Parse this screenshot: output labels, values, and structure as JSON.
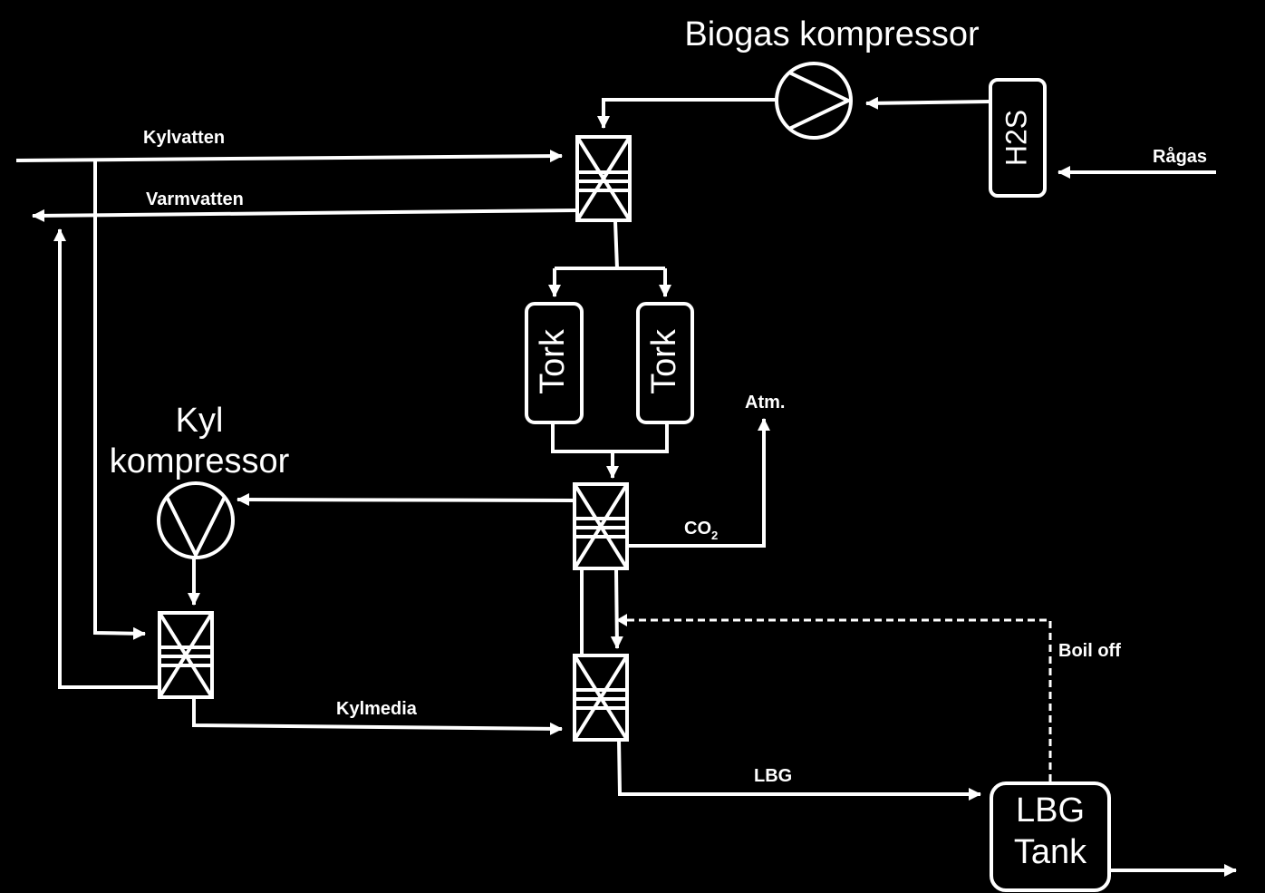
{
  "diagram": {
    "labels": {
      "biogas_compressor": "Biogas kompressor",
      "kyl_compressor_line1": "Kyl",
      "kyl_compressor_line2": "kompressor",
      "kylvatten": "Kylvatten",
      "varmvatten": "Varmvatten",
      "h2s": "H2S",
      "ragas": "Rågas",
      "tork_1": "Tork",
      "tork_2": "Tork",
      "atm": "Atm.",
      "co2_main": "CO",
      "co2_sub": "2",
      "boil_off": "Boil off",
      "kylmedia": "Kylmedia",
      "lbg": "LBG",
      "lbg_tank_line1": "LBG",
      "lbg_tank_line2": "Tank"
    },
    "colors": {
      "background": "#000000",
      "foreground": "#ffffff"
    }
  }
}
